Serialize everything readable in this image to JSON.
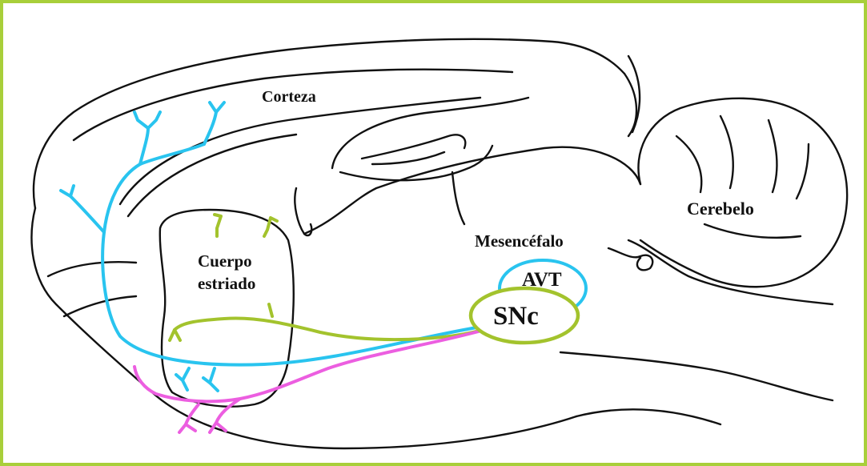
{
  "labels": {
    "cortex": "Corteza",
    "cerebellum": "Cerebelo",
    "midbrain": "Mesencéfalo",
    "striatum_line1": "Cuerpo",
    "striatum_line2": "estriado",
    "vta": "AVT",
    "snc": "SNc"
  },
  "colors": {
    "frame": "#a8cf3a",
    "mesocortical": "#29c4ef",
    "nigrostriatal": "#a3c32d",
    "mesolimbic": "#ec5ee0",
    "outline": "#111111"
  },
  "icons": {
    "brain_outline": "sagittal-brain-outline",
    "branch_terminal": "y-shaped-axon-terminal"
  }
}
